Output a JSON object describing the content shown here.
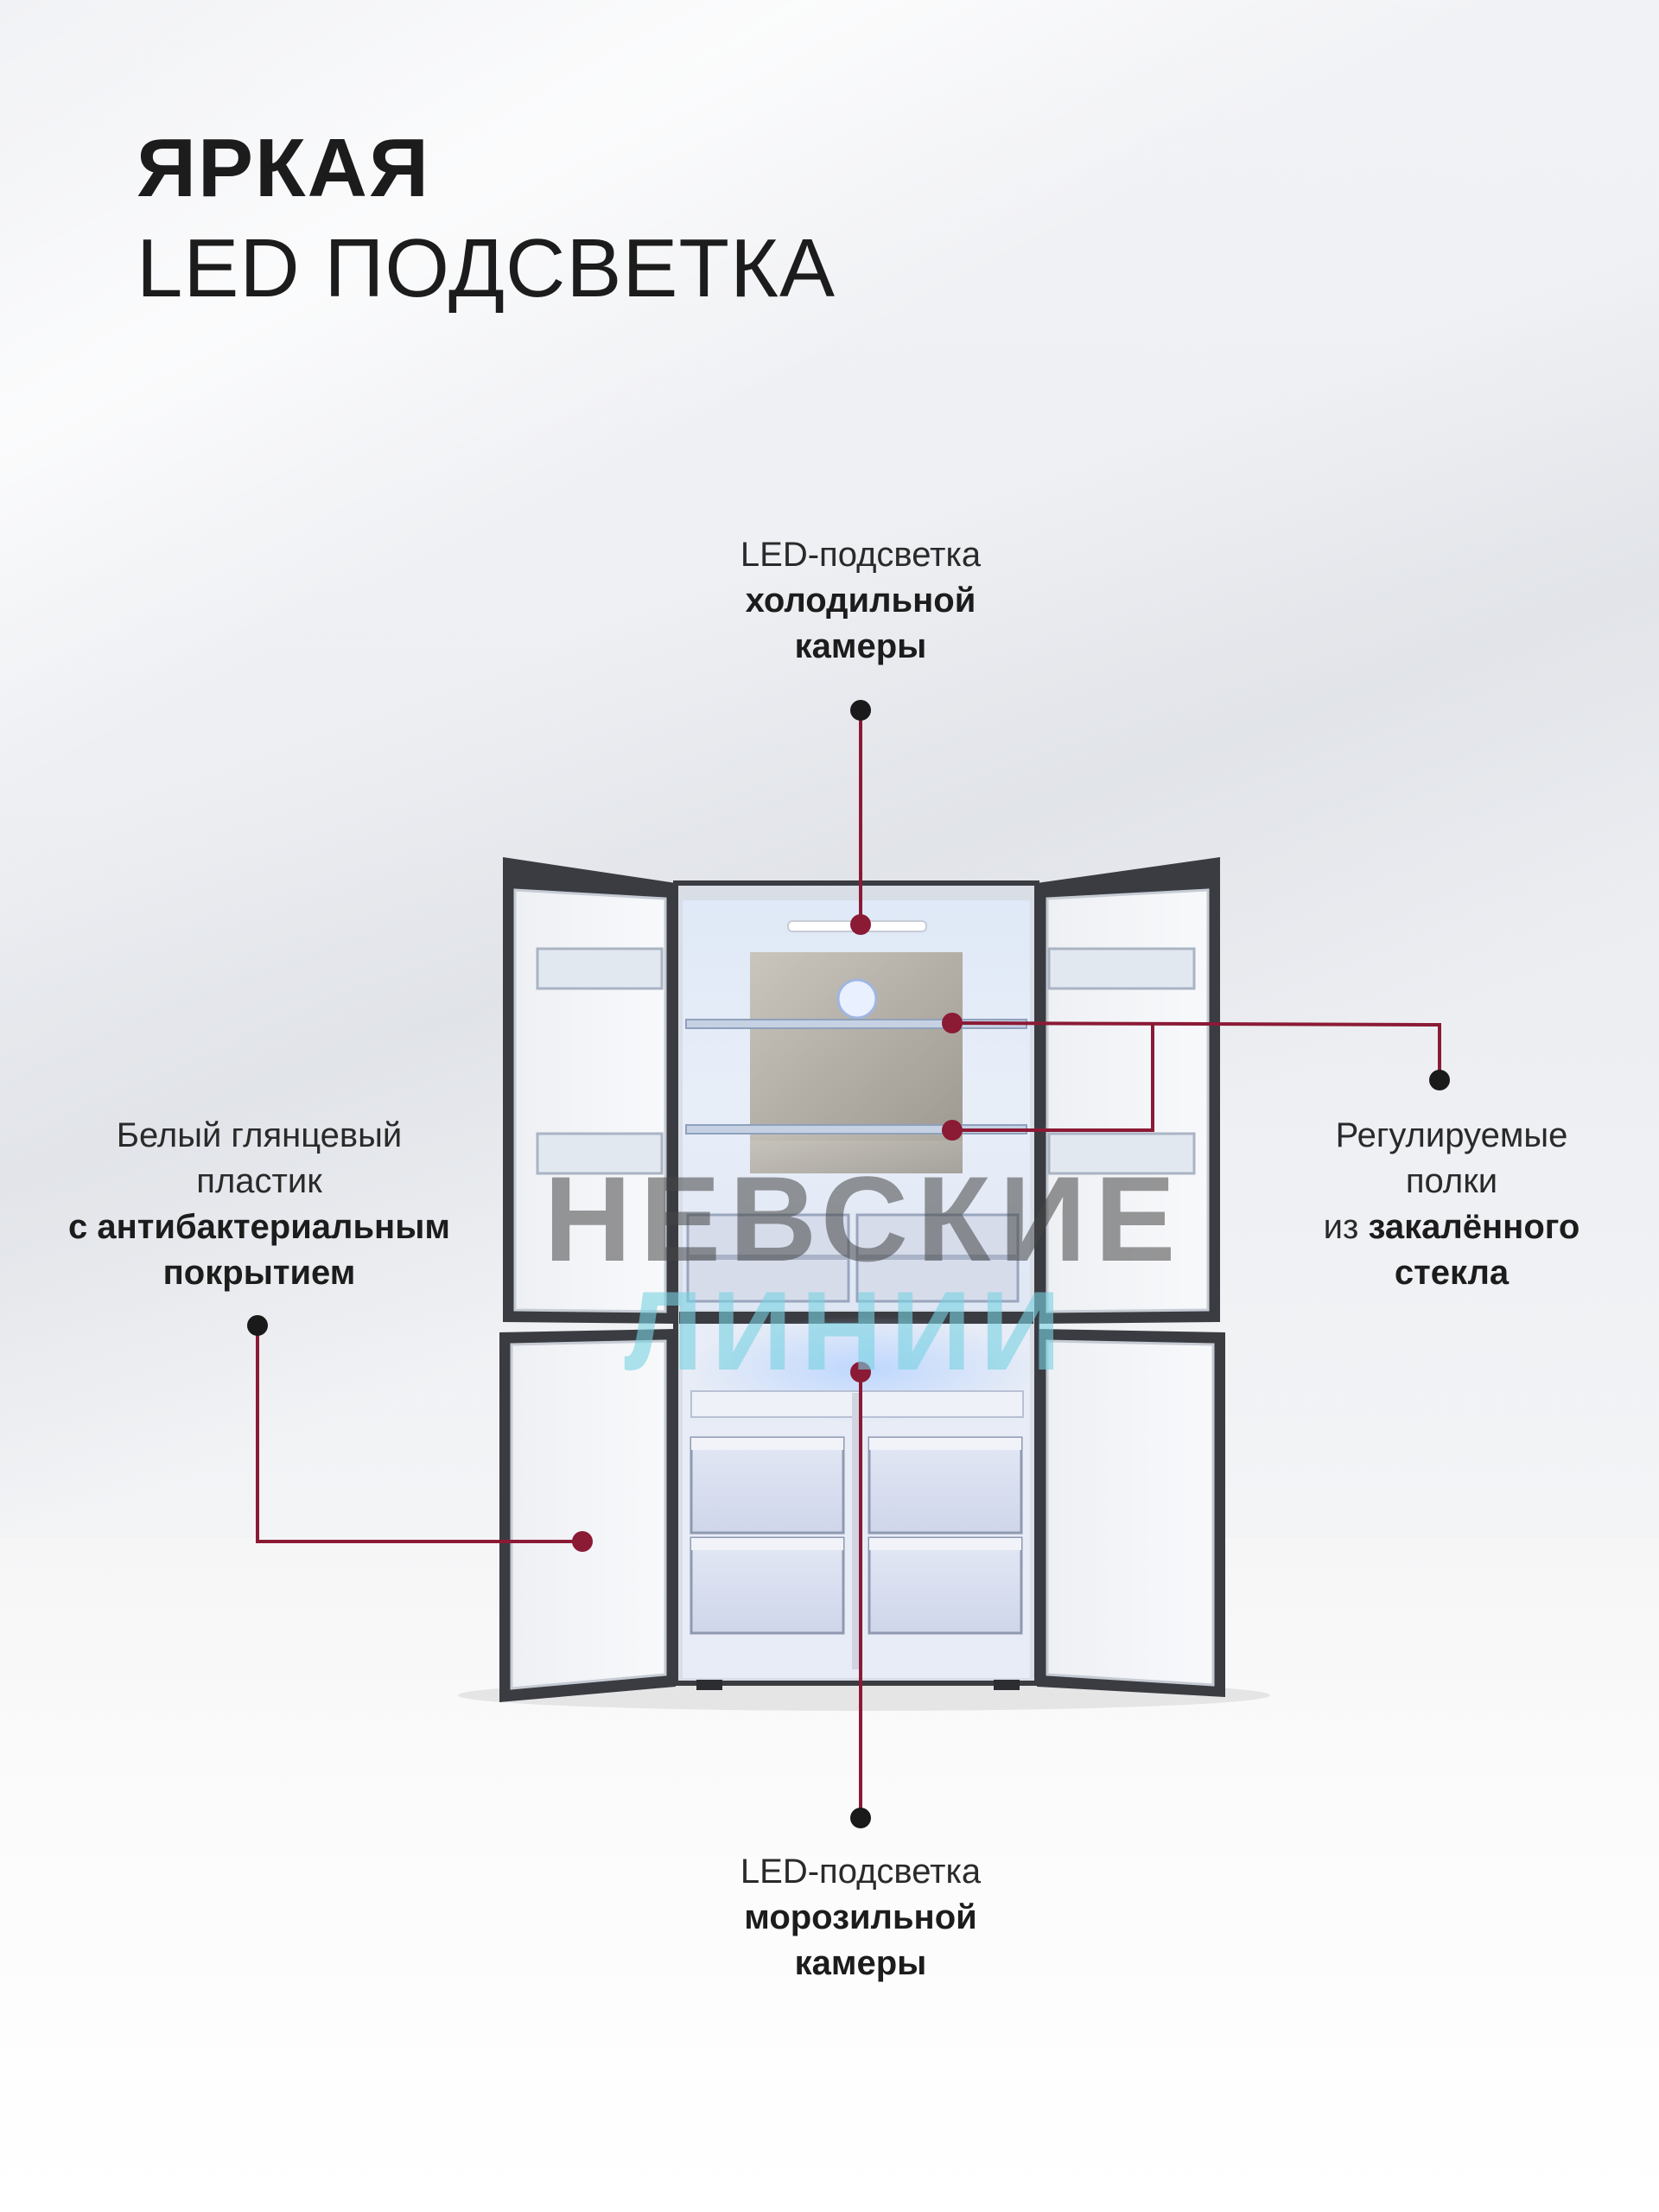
{
  "headline": {
    "line1": "ЯРКАЯ",
    "line2": "LED ПОДСВЕТКА"
  },
  "callouts": {
    "fridge_light": {
      "line1": "LED-подсветка",
      "line2": "холодильной",
      "line3": "камеры"
    },
    "plastic": {
      "line1": "Белый глянцевый",
      "line2": "пластик",
      "line3": "с антибактериальным",
      "line4": "покрытием"
    },
    "shelves": {
      "line1": "Регулируемые",
      "line2": "полки",
      "line3_pre": "из ",
      "line3_bold": "закалённого",
      "line4": "стекла"
    },
    "freezer_light": {
      "line1": "LED-подсветка",
      "line2": "морозильной",
      "line3": "камеры"
    }
  },
  "watermark": {
    "line1": "НЕВСКИЕ",
    "line2": "ЛИНИИ"
  },
  "colors": {
    "accent": "#8b1a35",
    "dot": "#1a1a1a",
    "text": "#1c1c1c",
    "fridge_frame": "#3a3c42",
    "led_glow": "#cfe3ff"
  }
}
